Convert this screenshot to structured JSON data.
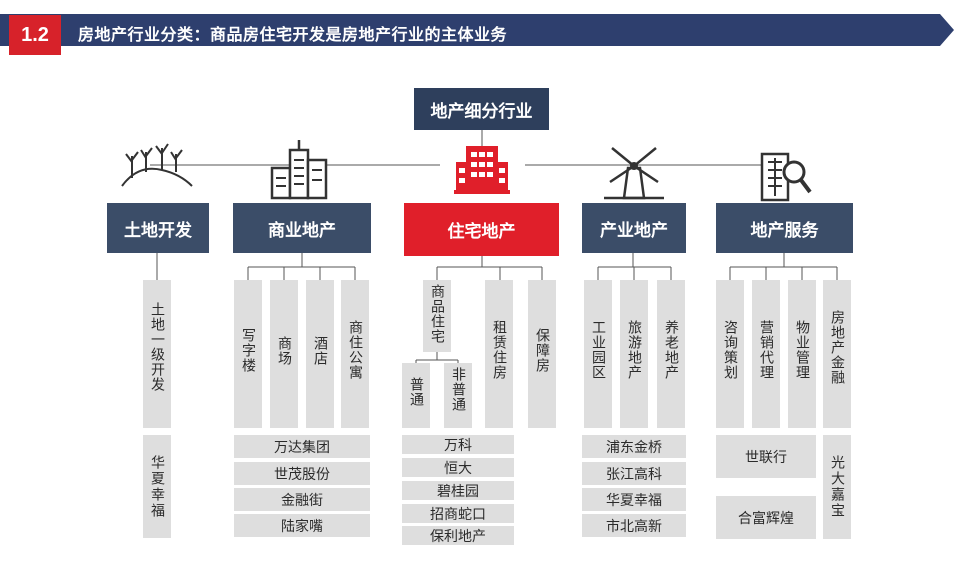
{
  "header": {
    "number": "1.2",
    "title": "房地产行业分类：商品房住宅开发是房地产行业的主体业务"
  },
  "root": "地产细分行业",
  "categories": [
    {
      "label": "土地开发",
      "subs": [
        "土地一级开发"
      ],
      "companies": [
        "华夏幸福"
      ]
    },
    {
      "label": "商业地产",
      "subs": [
        "写字楼",
        "商场",
        "酒店",
        "商住公寓"
      ],
      "companies": [
        "万达集团",
        "世茂股份",
        "金融街",
        "陆家嘴"
      ]
    },
    {
      "label": "住宅地产",
      "subs": [
        "商品住宅",
        "租赁住房",
        "保障房"
      ],
      "subsubs": [
        "普通",
        "非普通"
      ],
      "companies": [
        "万科",
        "恒大",
        "碧桂园",
        "招商蛇口",
        "保利地产"
      ]
    },
    {
      "label": "产业地产",
      "subs": [
        "工业园区",
        "旅游地产",
        "养老地产"
      ],
      "companies": [
        "浦东金桥",
        "张江高科",
        "华夏幸福",
        "市北高新"
      ]
    },
    {
      "label": "地产服务",
      "subs": [
        "咨询策划",
        "营销代理",
        "物业管理",
        "房地产金融"
      ],
      "companies": [
        "世联行",
        "合富辉煌"
      ],
      "vertical_company": "光大嘉宝"
    }
  ],
  "icons": [
    "land-icon",
    "office-buildings-icon",
    "residential-building-icon",
    "windmill-icon",
    "building-magnifier-icon"
  ],
  "colors": {
    "navy": "#2e3f5c",
    "red": "#e01f2a",
    "gray": "#dedede"
  }
}
